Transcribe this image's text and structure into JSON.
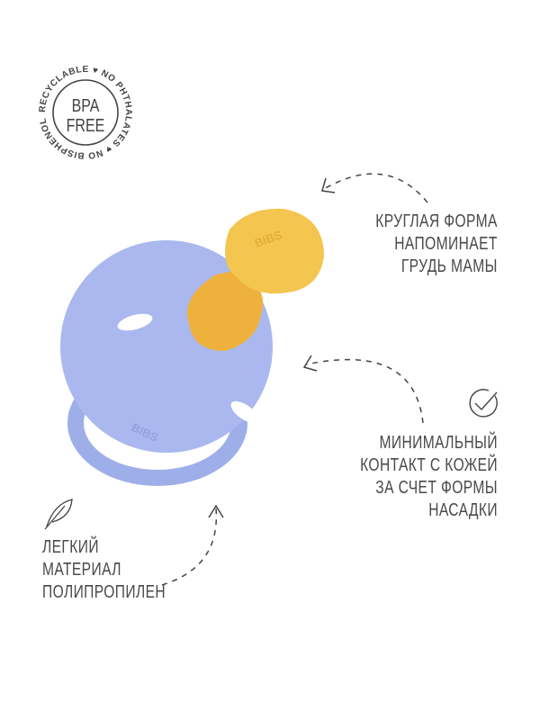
{
  "badge": {
    "center_top": "BPA",
    "center_bottom": "FREE",
    "ring_text": "RECYCLABLE ♥ NO PHTHALATES ♥ NO BISPHENOL A ♥"
  },
  "features": [
    {
      "icon": "arrow-icon",
      "lines": [
        "КРУГЛАЯ ФОРМА",
        "НАПОМИНАЕТ",
        "ГРУДЬ МАМЫ"
      ]
    },
    {
      "icon": "check-circle-icon",
      "lines": [
        "МИНИМАЛЬНЫЙ",
        "КОНТАКТ С КОЖЕЙ",
        "ЗА СЧЕТ ФОРМЫ",
        "НАСАДКИ"
      ]
    },
    {
      "icon": "feather-icon",
      "lines": [
        "ЛЕГКИЙ",
        "МАТЕРИАЛ",
        "ПОЛИПРОПИЛЕН"
      ]
    }
  ],
  "product": {
    "brand_mark": "BIBS",
    "shield_color": "#a9b7ee",
    "nipple_color": "#f3c24c"
  }
}
